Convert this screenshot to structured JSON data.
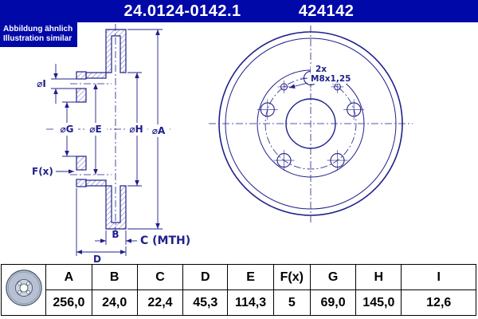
{
  "header": {
    "part_number": "24.0124-0142.1",
    "ref_number": "424142",
    "note_line1": "Abbildung ähnlich",
    "note_line2": "Illustration similar"
  },
  "drawing": {
    "labels": {
      "dia_i": "⌀I",
      "dia_g": "⌀G",
      "dia_e": "⌀E",
      "dia_h": "⌀H",
      "dia_a": "⌀A",
      "f": "F(x)",
      "b": "B",
      "c": "C (MTH)",
      "d": "D",
      "thread_qty": "2x",
      "thread_spec": "M8x1,25"
    }
  },
  "table": {
    "headers": [
      "A",
      "B",
      "C",
      "D",
      "E",
      "F(x)",
      "G",
      "H",
      "I"
    ],
    "values": [
      "256,0",
      "24,0",
      "22,4",
      "45,3",
      "114,3",
      "5",
      "69,0",
      "145,0",
      "12,6"
    ]
  },
  "colors": {
    "accent_blue": "#0008a8",
    "line_navy": "#20208c",
    "table_border": "#000000"
  }
}
